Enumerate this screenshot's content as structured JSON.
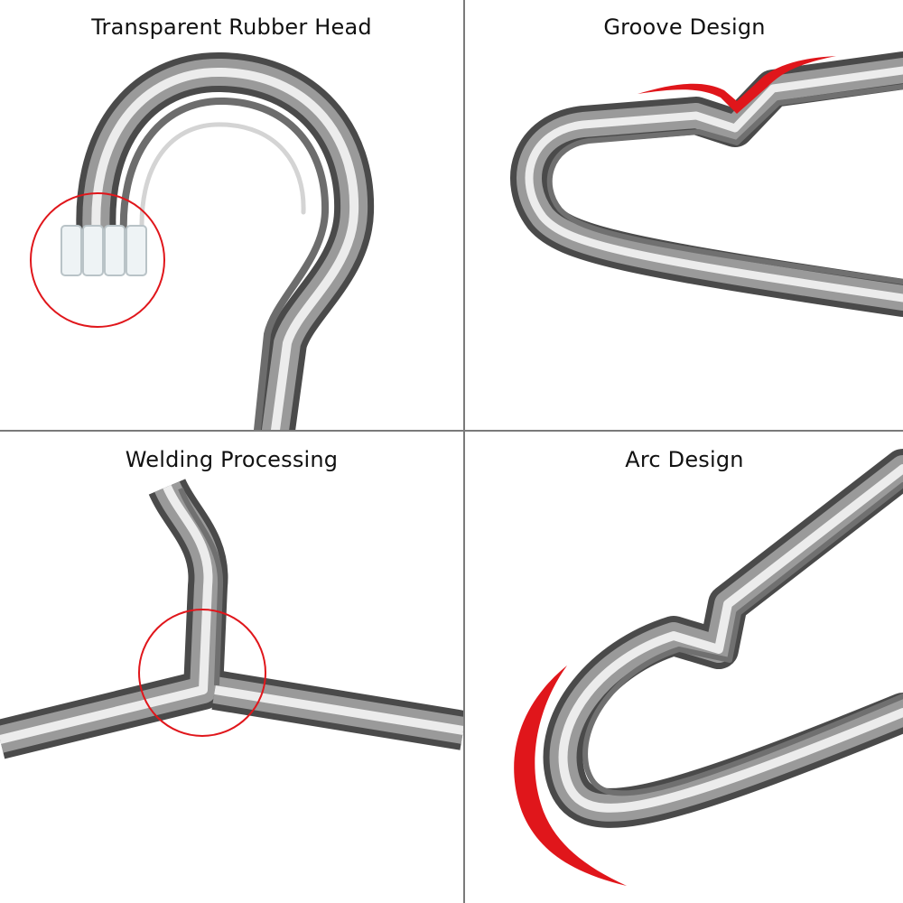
{
  "panels": [
    {
      "caption": "Transparent Rubber Head",
      "icon": "hanger-hook-with-rubber-tip"
    },
    {
      "caption": "Groove Design",
      "icon": "hanger-groove-notch"
    },
    {
      "caption": "Welding Processing",
      "icon": "hanger-weld-joint"
    },
    {
      "caption": "Arc Design",
      "icon": "hanger-arc-curve"
    }
  ],
  "colors": {
    "background": "#ffffff",
    "divider": "#7a7a7a",
    "highlight": "#e0161b",
    "wire_dark": "#4a4a4a",
    "wire_mid": "#9a9a9a",
    "wire_light": "#ececec"
  }
}
